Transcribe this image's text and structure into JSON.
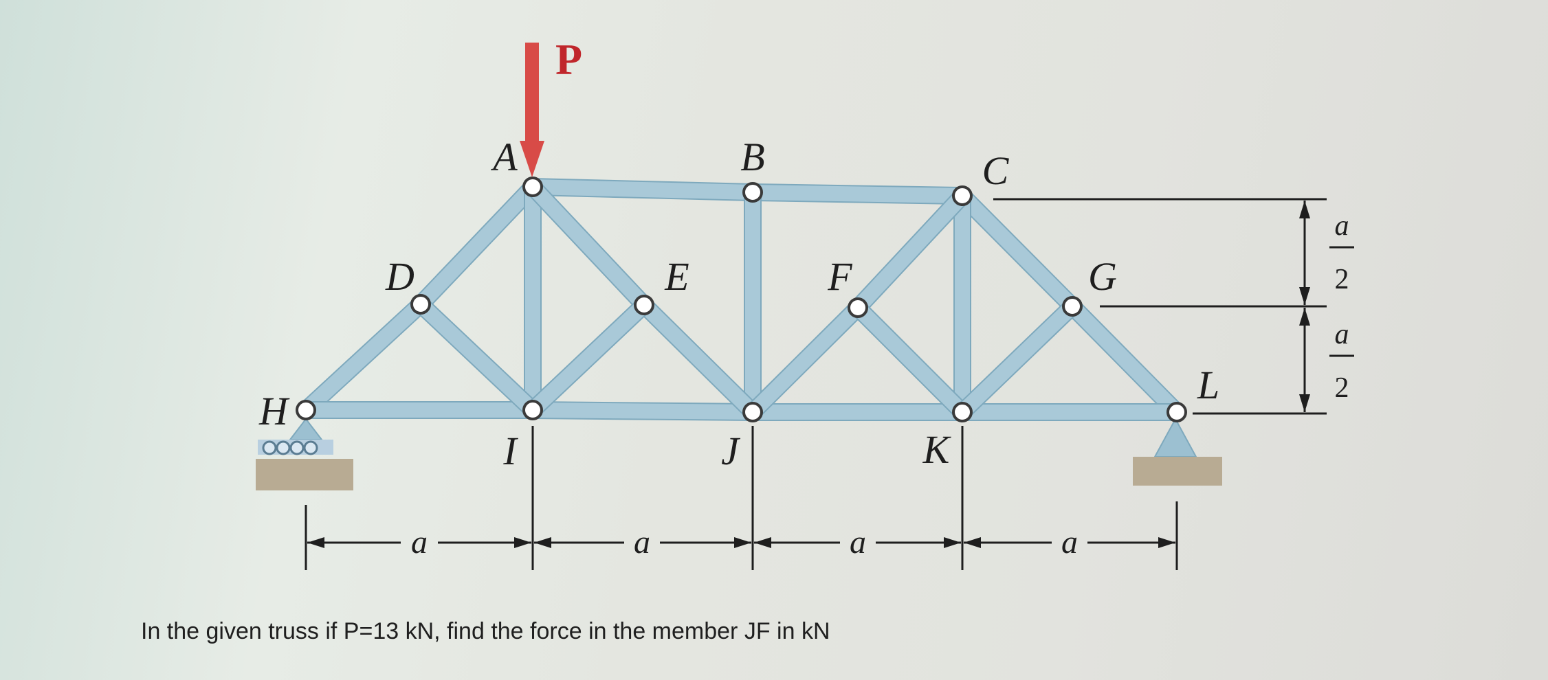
{
  "diagram": {
    "load_label": "P",
    "nodes": [
      {
        "id": "A",
        "label": "A"
      },
      {
        "id": "B",
        "label": "B"
      },
      {
        "id": "C",
        "label": "C"
      },
      {
        "id": "D",
        "label": "D"
      },
      {
        "id": "E",
        "label": "E"
      },
      {
        "id": "F",
        "label": "F"
      },
      {
        "id": "G",
        "label": "G"
      },
      {
        "id": "H",
        "label": "H"
      },
      {
        "id": "I",
        "label": "I"
      },
      {
        "id": "J",
        "label": "J"
      },
      {
        "id": "K",
        "label": "K"
      },
      {
        "id": "L",
        "label": "L"
      }
    ],
    "members": [
      [
        "H",
        "D"
      ],
      [
        "D",
        "A"
      ],
      [
        "A",
        "B"
      ],
      [
        "B",
        "C"
      ],
      [
        "C",
        "G"
      ],
      [
        "G",
        "L"
      ],
      [
        "H",
        "I"
      ],
      [
        "I",
        "J"
      ],
      [
        "J",
        "K"
      ],
      [
        "K",
        "L"
      ],
      [
        "A",
        "I"
      ],
      [
        "B",
        "J"
      ],
      [
        "C",
        "K"
      ],
      [
        "D",
        "I"
      ],
      [
        "A",
        "E"
      ],
      [
        "E",
        "J"
      ],
      [
        "I",
        "E"
      ],
      [
        "J",
        "F"
      ],
      [
        "F",
        "C"
      ],
      [
        "F",
        "K"
      ],
      [
        "K",
        "G"
      ]
    ],
    "supports": {
      "H": "roller",
      "L": "pin"
    },
    "span_label": "a",
    "height_numerator": "a",
    "height_denominator": "2"
  },
  "question": "In the given truss if P=13 kN, find the force in the member JF in kN"
}
